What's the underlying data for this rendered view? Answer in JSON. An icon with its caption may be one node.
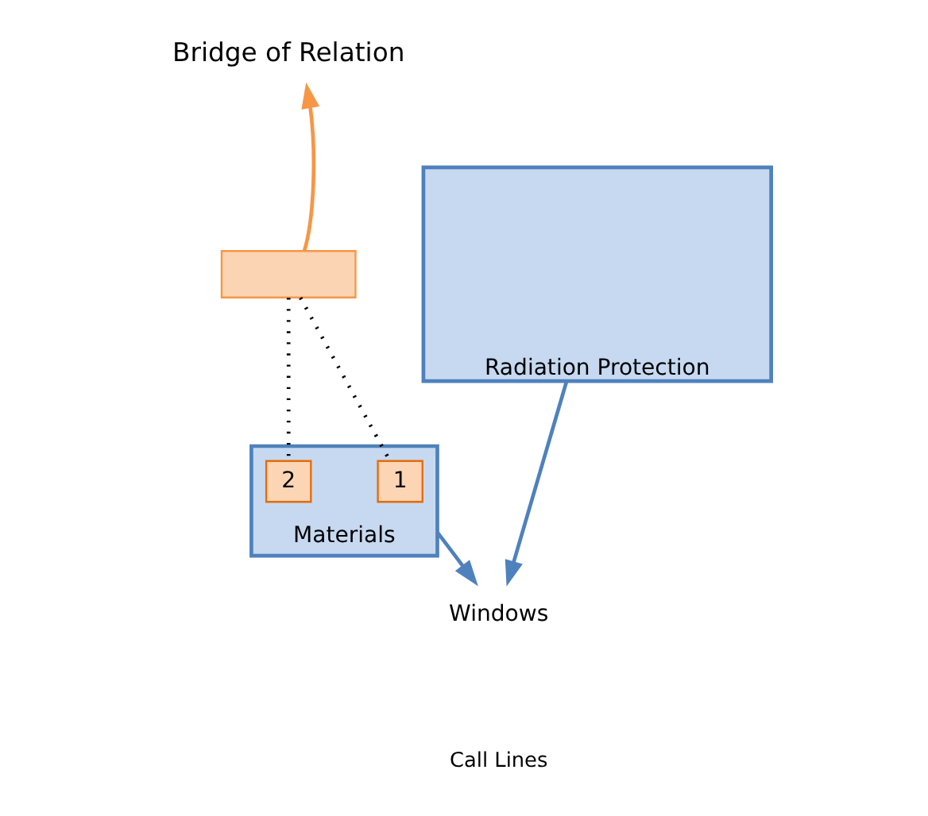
{
  "diagram": {
    "nodes": [
      {
        "text": [
          "Bridge of Relation"
        ]
      },
      {
        "text": [
          "Radiation Protection"
        ]
      },
      {
        "text": [],
        "shape": "box"
      },
      {
        "text": [
          "Materials"
        ]
      },
      {
        "text": [
          "1"
        ],
        "in": 3
      },
      {
        "text": [
          "2"
        ],
        "in": 3
      },
      {
        "text": [
          "Windows"
        ]
      }
    ],
    "edges": [
      {
        "from": 2,
        "to": 0,
        "arrow": "to",
        "color": "#f79646"
      },
      {
        "from": 2,
        "to": 4,
        "arrow": "none",
        "style": "dashed",
        "color": "#000000"
      },
      {
        "from": 2,
        "to": 5,
        "arrow": "none",
        "style": "dashed",
        "color": "#000000"
      },
      {
        "from": 1,
        "to": 6,
        "arrow": "to",
        "color": "#4f81bd"
      },
      {
        "from": 3,
        "to": 6,
        "arrow": "to",
        "color": "#4f81bd"
      }
    ],
    "labels": [
      "Call Lines"
    ]
  }
}
